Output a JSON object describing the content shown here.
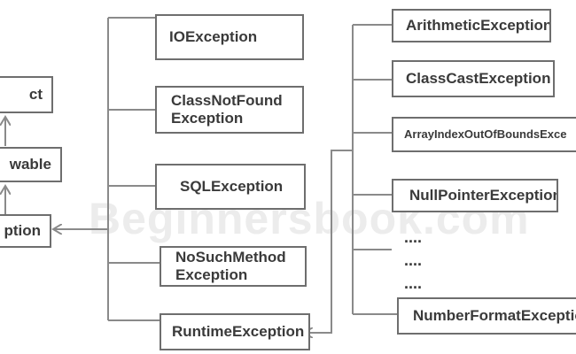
{
  "watermark": "Beginnersbook.com",
  "colors": {
    "line": "#8a8a8a",
    "box_border": "#6e6e6e",
    "text": "#3a3a3a",
    "watermark": "#ececec"
  },
  "left_column": {
    "object": "ct",
    "throwable": "wable",
    "exception": "ption"
  },
  "checked_exceptions": {
    "io": "IOException",
    "class_not_found": "ClassNotFound\nException",
    "sql": "SQLException",
    "no_such_method": "NoSuchMethod\nException",
    "runtime": "RuntimeException"
  },
  "runtime_exceptions": {
    "arithmetic": "ArithmeticException",
    "class_cast": "ClassCastException",
    "array_index": "ArrayIndexOutOfBoundsExce",
    "null_pointer": "NullPointerException",
    "dots": [
      "....",
      "....",
      "...."
    ],
    "number_format": "NumberFormatExceptio"
  }
}
